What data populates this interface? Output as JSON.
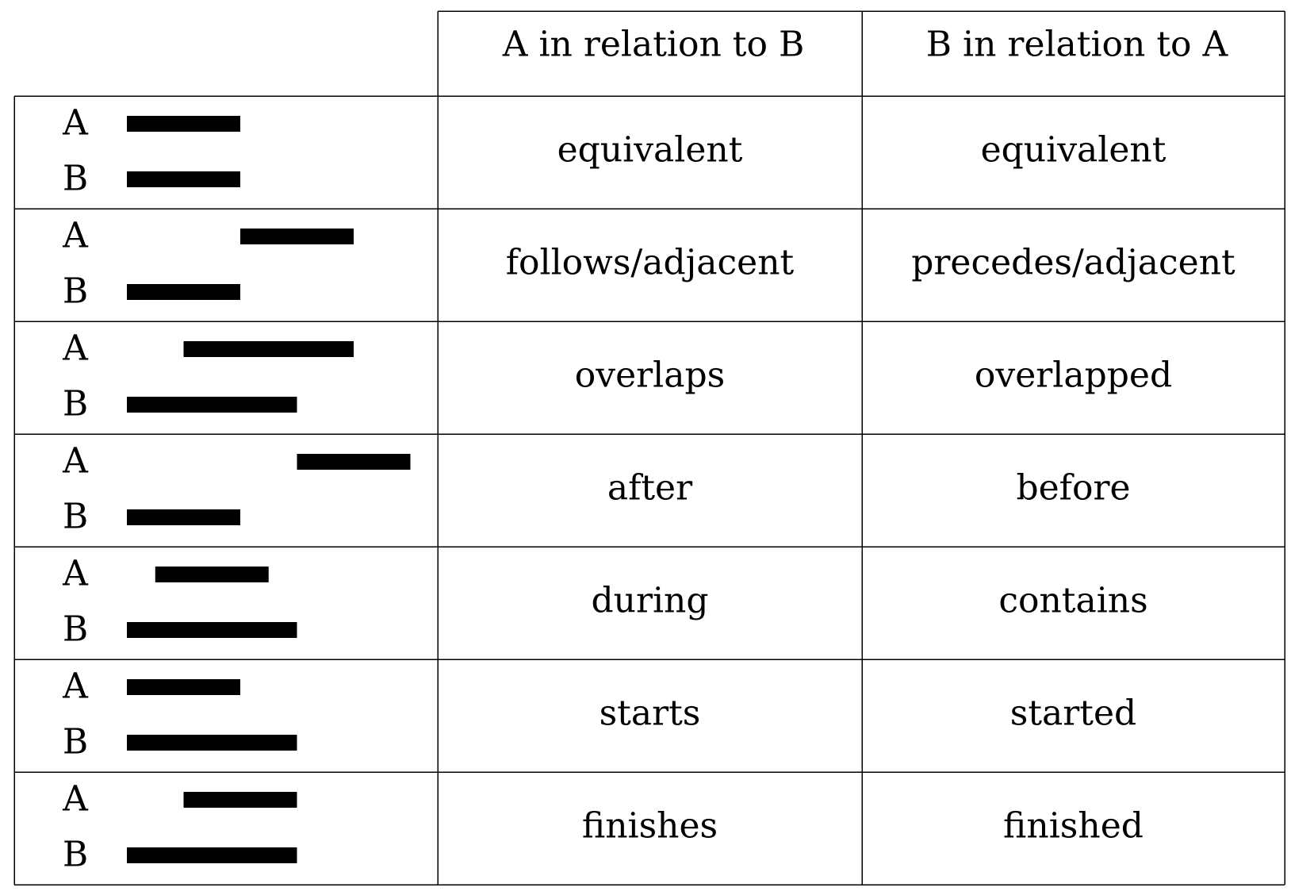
{
  "header": {
    "col_a_label": "A in relation to B",
    "col_b_label": "B in relation to A"
  },
  "interval_labels": {
    "a": "A",
    "b": "B"
  },
  "rows": [
    {
      "a_interval": [
        0,
        2
      ],
      "b_interval": [
        0,
        2
      ],
      "a_rel": "equivalent",
      "b_rel": "equivalent"
    },
    {
      "a_interval": [
        2,
        4
      ],
      "b_interval": [
        0,
        2
      ],
      "a_rel": "follows/adjacent",
      "b_rel": "precedes/adjacent"
    },
    {
      "a_interval": [
        1,
        4
      ],
      "b_interval": [
        0,
        3
      ],
      "a_rel": "overlaps",
      "b_rel": "overlapped"
    },
    {
      "a_interval": [
        3,
        5
      ],
      "b_interval": [
        0,
        2
      ],
      "a_rel": "after",
      "b_rel": "before"
    },
    {
      "a_interval": [
        0.5,
        2.5
      ],
      "b_interval": [
        0,
        3
      ],
      "a_rel": "during",
      "b_rel": "contains"
    },
    {
      "a_interval": [
        0,
        2
      ],
      "b_interval": [
        0,
        3
      ],
      "a_rel": "starts",
      "b_rel": "started"
    },
    {
      "a_interval": [
        1,
        3
      ],
      "b_interval": [
        0,
        3
      ],
      "a_rel": "finishes",
      "b_rel": "finished"
    }
  ],
  "colors": {
    "bar": "#000000",
    "grid": "#000000",
    "background": "#ffffff"
  }
}
